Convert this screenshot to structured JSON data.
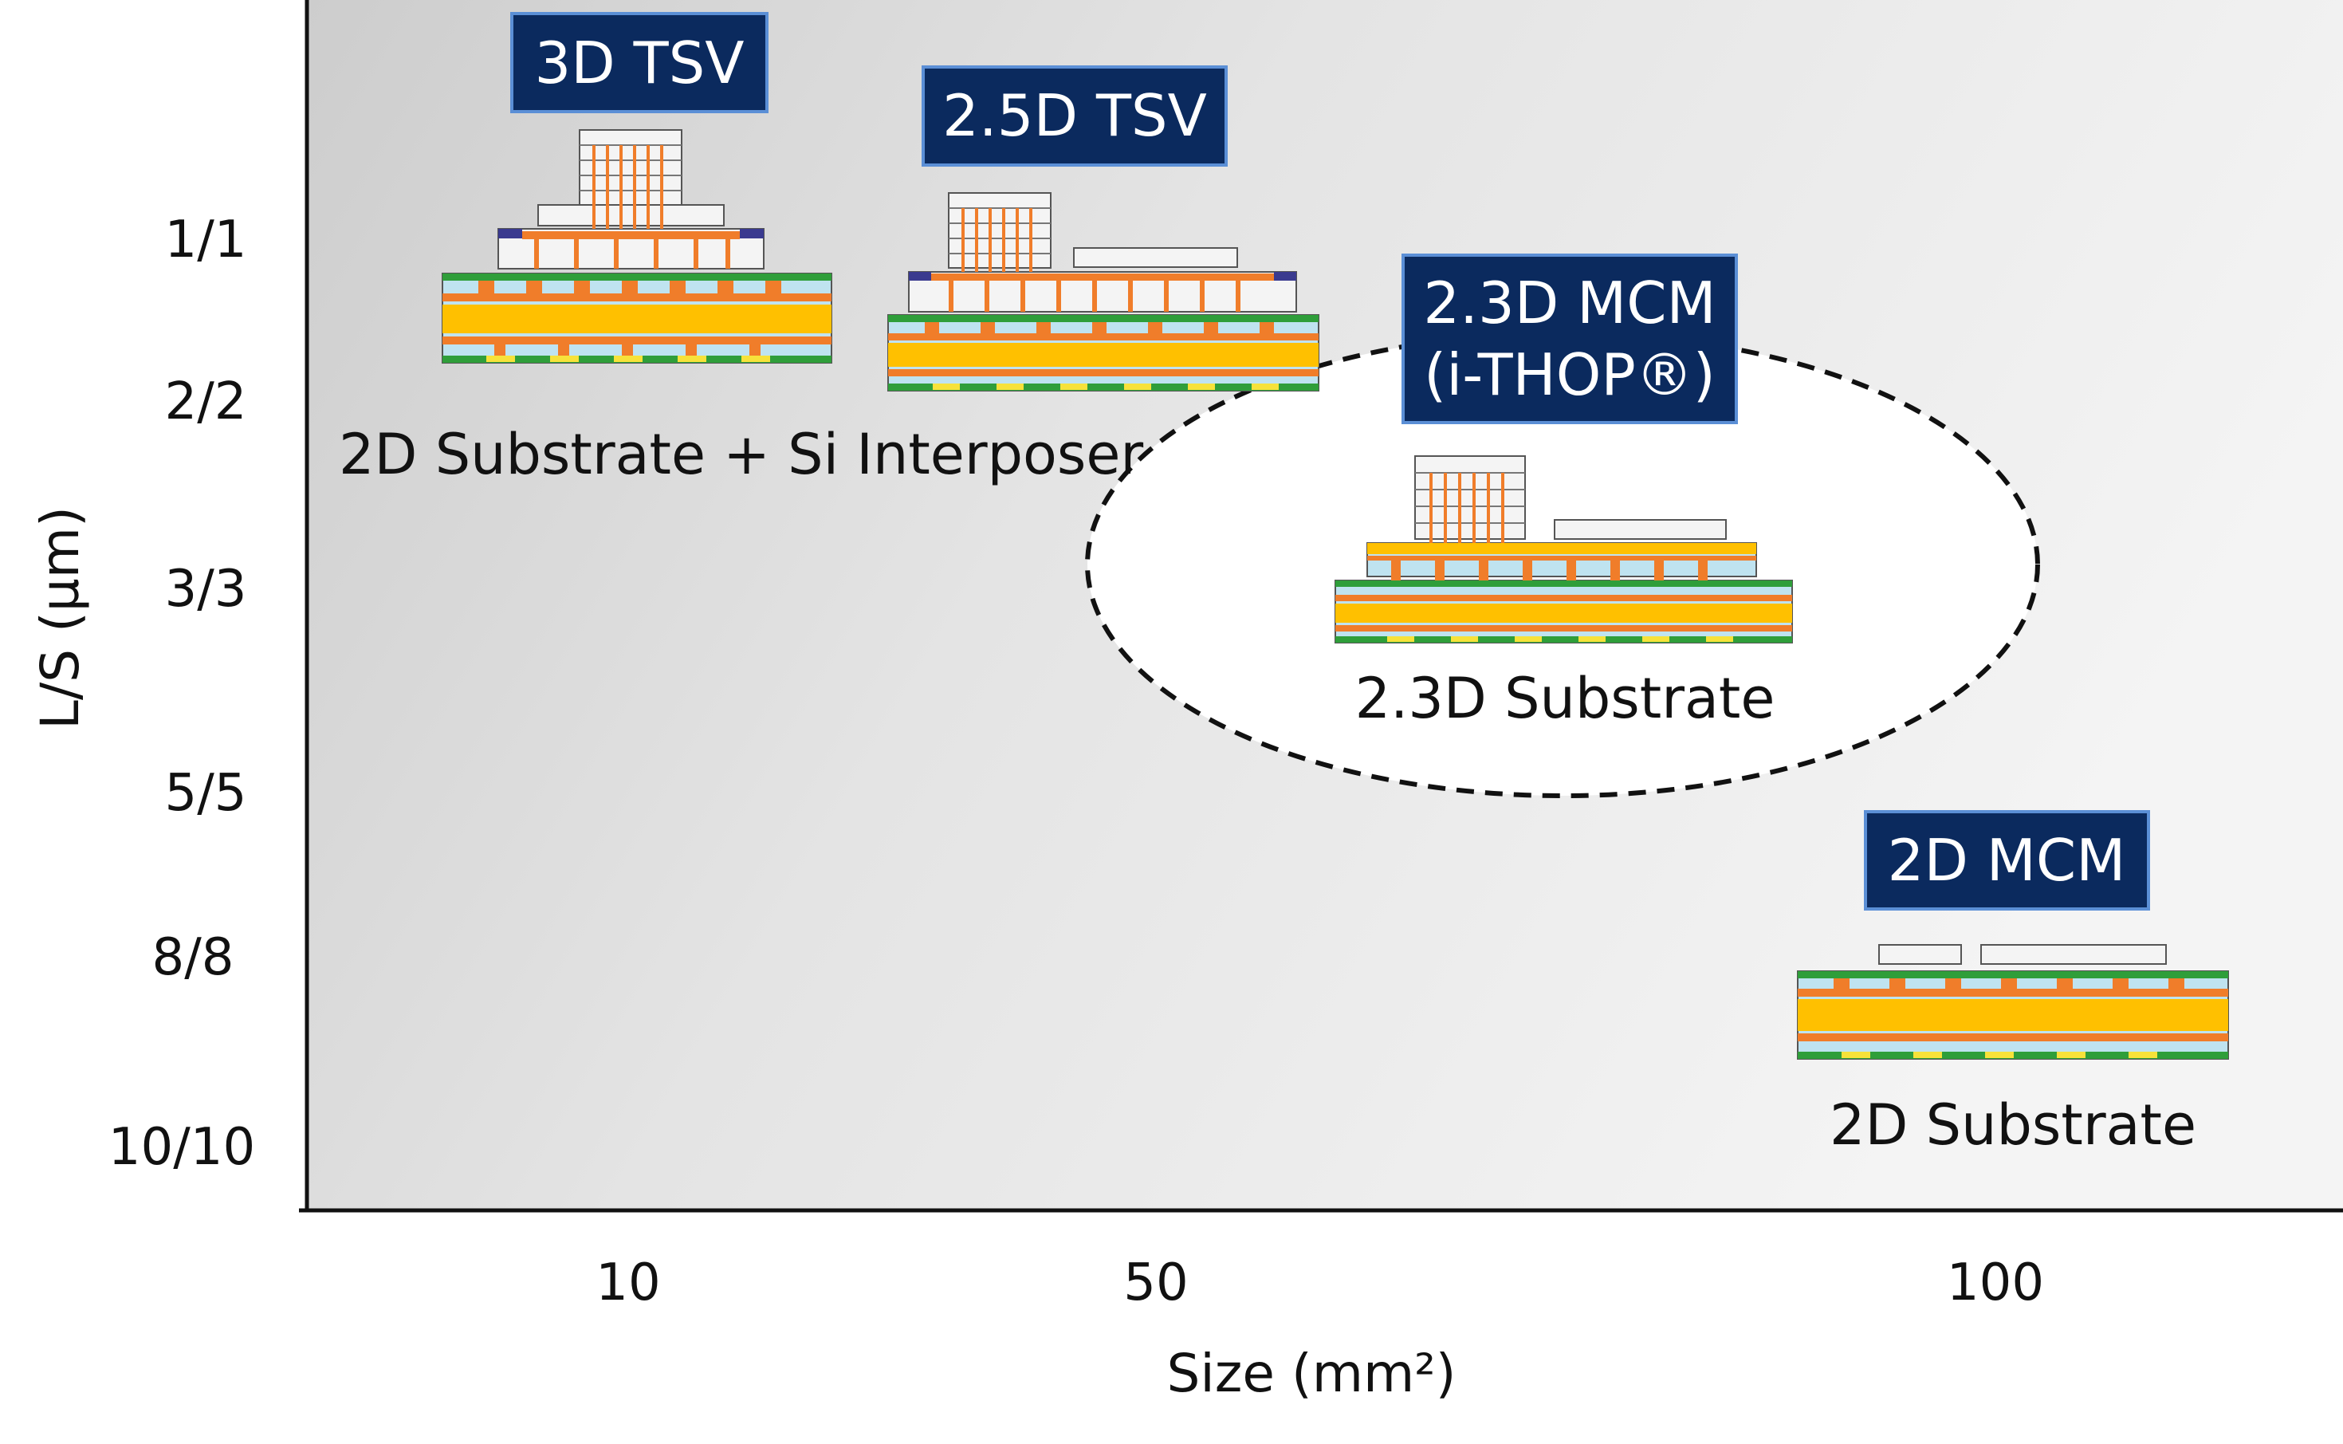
{
  "colors": {
    "badge_fill": "#0b2a5e",
    "badge_border": "#5b8fd6",
    "core_yellow": "#ffc000",
    "copper_orange": "#f07d2a",
    "solder_mask_green": "#2f9e3a",
    "dielectric_blue": "#bfe3f0",
    "die_white": "#f4f4f4",
    "background_gray": "#e2e2e2"
  },
  "y_axis": {
    "label": "L/S (µm)",
    "ticks": [
      "1/1",
      "2/2",
      "3/3",
      "5/5",
      "8/8",
      "10/10"
    ]
  },
  "x_axis": {
    "label": "Size (mm²)",
    "ticks": [
      "10",
      "50",
      "100"
    ]
  },
  "packages": [
    {
      "badge_lines": [
        "3D TSV"
      ]
    },
    {
      "badge_lines": [
        "2.5D TSV"
      ]
    },
    {
      "badge_lines": [
        "2.3D MCM",
        "(i-THOP®)"
      ]
    },
    {
      "badge_lines": [
        "2D MCM"
      ]
    }
  ],
  "captions": {
    "interposer": "2D Substrate + Si Interposer",
    "substrate_2_3d": "2.3D Substrate",
    "substrate_2d": "2D Substrate"
  }
}
